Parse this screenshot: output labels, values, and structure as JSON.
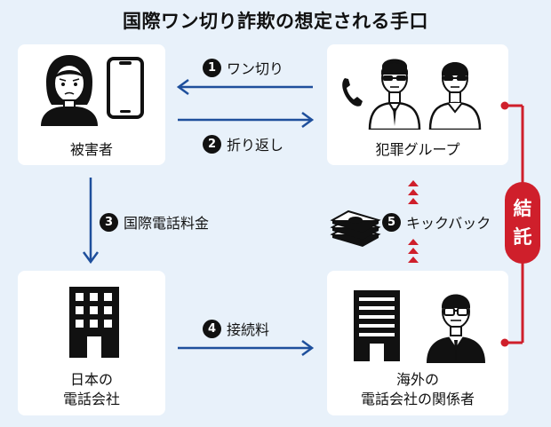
{
  "title": "国際ワン切り詐欺の想定される手口",
  "nodes": {
    "victim": {
      "label": "被害者"
    },
    "criminal_group": {
      "label": "犯罪グループ"
    },
    "japan_phone_company": {
      "label_line1": "日本の",
      "label_line2": "電話会社"
    },
    "overseas_associate": {
      "label_line1": "海外の",
      "label_line2": "電話会社の関係者"
    }
  },
  "steps": [
    {
      "number": "1",
      "label": "ワン切り"
    },
    {
      "number": "2",
      "label": "折り返し"
    },
    {
      "number": "3",
      "label": "国際電話料金"
    },
    {
      "number": "4",
      "label": "接続料"
    },
    {
      "number": "5",
      "label": "キックバック"
    }
  ],
  "collusion": {
    "char1": "結",
    "char2": "託"
  },
  "colors": {
    "background": "#e8f1fa",
    "box": "#ffffff",
    "arrow_blue": "#1e4f9c",
    "collusion_red": "#cf1f2b",
    "icon_dark": "#111111"
  },
  "icons": [
    "woman-icon",
    "smartphone-icon",
    "criminal-men-icon",
    "phone-handset-icon",
    "building-icon",
    "money-stack-icon",
    "man-glasses-icon"
  ]
}
